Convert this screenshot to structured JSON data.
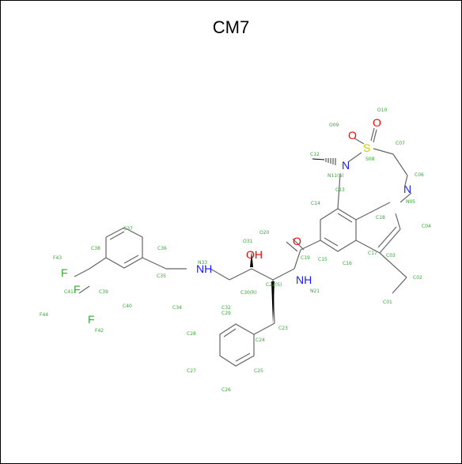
{
  "title": "CM7",
  "colors": {
    "carbon_label": "#33aa33",
    "bond": "#666666",
    "nitrogen": "#1a1aff",
    "oxygen": "#ff0000",
    "sulfur": "#cccc00",
    "fluorine": "#33aa33"
  },
  "atoms": {
    "N": "N",
    "NH": "NH",
    "OH": "OH",
    "O": "O",
    "S": "S",
    "F": "F"
  },
  "labels": [
    "C01",
    "C02",
    "C03",
    "C04",
    "N05",
    "C06",
    "C07",
    "S08",
    "O09",
    "O10",
    "N11(S)",
    "C12",
    "C13",
    "C14",
    "C15",
    "C16",
    "C17",
    "C18",
    "C19",
    "O20",
    "N21",
    "C22(S)",
    "C23",
    "C24",
    "C25",
    "C26",
    "C27",
    "C28",
    "C29",
    "C30(R)",
    "O31",
    "C32",
    "N33",
    "C34",
    "C35",
    "C36",
    "C37",
    "C38",
    "C39",
    "C40",
    "C41",
    "F42",
    "F43",
    "F44"
  ]
}
